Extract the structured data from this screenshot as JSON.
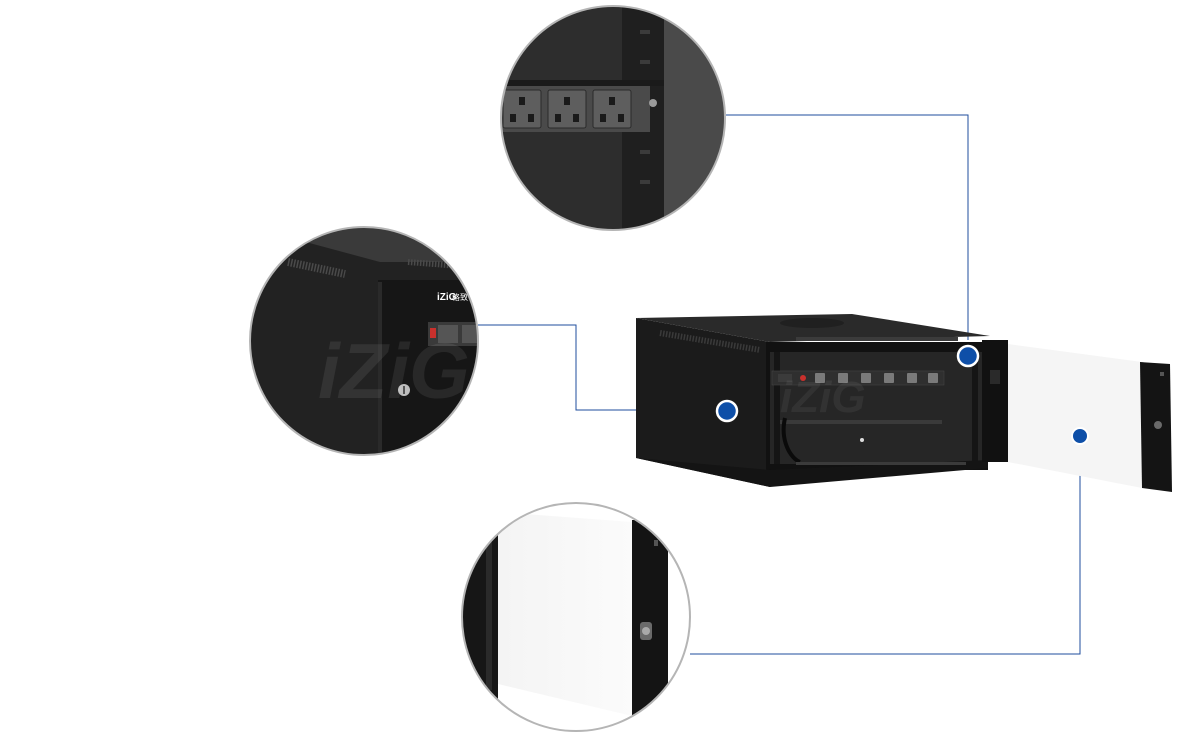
{
  "brand": {
    "logo_text": "iZiG",
    "logo_text_small": "iZiG",
    "logo_cn": "格致",
    "watermark": "iZiG"
  },
  "colors": {
    "background": "#ffffff",
    "cabinet": "#1f1f1f",
    "callout_line": "#1f4e9c",
    "callout_dot": "#0e4fa8",
    "lens_border": "#b5b5b5"
  },
  "callouts": [
    {
      "id": "pdu-rack",
      "subject": "power strip on rack rail"
    },
    {
      "id": "side-panel",
      "subject": "side panel with lock and vents"
    },
    {
      "id": "glass-door",
      "subject": "tempered glass front door with lock"
    }
  ]
}
